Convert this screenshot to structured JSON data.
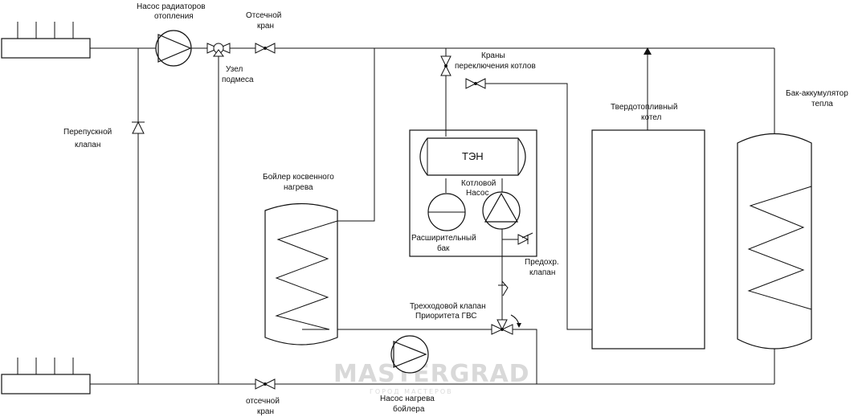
{
  "labels": {
    "radiator_pump_1": "Насос радиаторов",
    "radiator_pump_2": "отопления",
    "shutoff_top_1": "Отсечной",
    "shutoff_top_2": "кран",
    "mixing_1": "Узел",
    "mixing_2": "подмеса",
    "bypass_1": "Перепускной",
    "bypass_2": "клапан",
    "switch_valves_1": "Краны",
    "switch_valves_2": "переключения котлов",
    "solid_boiler_1": "Твердотопливный",
    "solid_boiler_2": "котел",
    "accumulator_1": "Бак-аккумулятор",
    "accumulator_2": "тепла",
    "indirect_boiler_1": "Бойлер косвенного",
    "indirect_boiler_2": "нагрева",
    "ten": "ТЭН",
    "boiler_pump_1": "Котловой",
    "boiler_pump_2": "Насос",
    "expansion_1": "Расширительный",
    "expansion_2": "бак",
    "safety_1": "Предохр.",
    "safety_2": "клапан",
    "three_way_1": "Трехходовой клапан",
    "three_way_2": "Приоритета ГВС",
    "dhw_pump_1": "Насос нагрева",
    "dhw_pump_2": "бойлера",
    "shutoff_bottom_1": "отсечной",
    "shutoff_bottom_2": "кран"
  },
  "watermark": {
    "main": "MASTERGRAD",
    "sub": "ГОРОД МАСТЕРОВ"
  }
}
